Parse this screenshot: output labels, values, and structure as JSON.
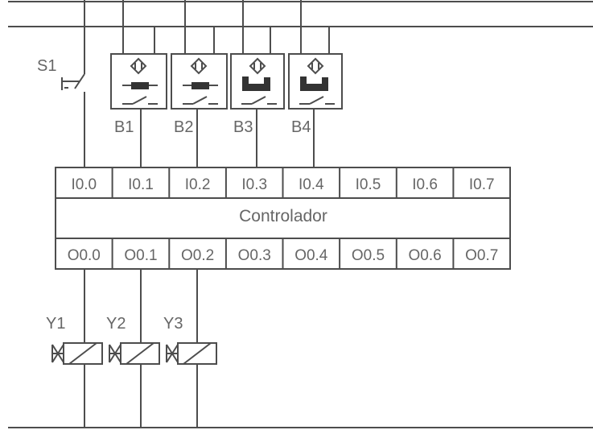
{
  "switch": {
    "label": "S1"
  },
  "sensors": [
    {
      "label": "B1",
      "kind": "inductive"
    },
    {
      "label": "B2",
      "kind": "inductive"
    },
    {
      "label": "B3",
      "kind": "capacitive"
    },
    {
      "label": "B4",
      "kind": "capacitive"
    }
  ],
  "controller": {
    "title": "Controlador",
    "inputs": [
      "I0.0",
      "I0.1",
      "I0.2",
      "I0.3",
      "I0.4",
      "I0.5",
      "I0.6",
      "I0.7"
    ],
    "outputs": [
      "O0.0",
      "O0.1",
      "O0.2",
      "O0.3",
      "O0.4",
      "O0.5",
      "O0.6",
      "O0.7"
    ]
  },
  "valves": [
    {
      "label": "Y1"
    },
    {
      "label": "Y2"
    },
    {
      "label": "Y3"
    }
  ],
  "colors": {
    "line": "#4d4d4d",
    "text": "#666666",
    "background": "#ffffff"
  }
}
